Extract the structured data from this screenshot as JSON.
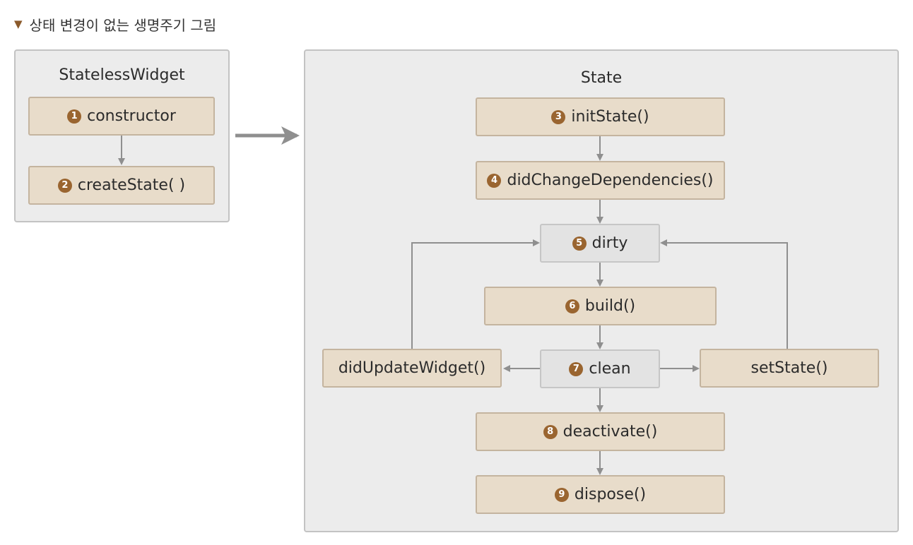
{
  "caption": {
    "marker": "▼",
    "text": "상태 변경이 없는 생명주기 그림"
  },
  "stateless": {
    "title": "StatelessWidget",
    "steps": [
      {
        "num": "1",
        "label": "constructor"
      },
      {
        "num": "2",
        "label": "createState( )"
      }
    ]
  },
  "state": {
    "title": "State",
    "steps": [
      {
        "num": "3",
        "label": "initState()"
      },
      {
        "num": "4",
        "label": "didChangeDependencies()"
      },
      {
        "num": "5",
        "label": "dirty"
      },
      {
        "num": "6",
        "label": "build()"
      },
      {
        "num": "7",
        "label": "clean"
      },
      {
        "num": "8",
        "label": "deactivate()"
      },
      {
        "num": "9",
        "label": "dispose()"
      }
    ],
    "side_left": "didUpdateWidget()",
    "side_right": "setState()"
  },
  "colors": {
    "step_fill": "#e8dcca",
    "step_border": "#c4b49f",
    "state_node_fill": "#e3e3e3",
    "number_badge": "#9a6530",
    "panel_fill": "#ececec",
    "connector": "#8f8f8f"
  }
}
